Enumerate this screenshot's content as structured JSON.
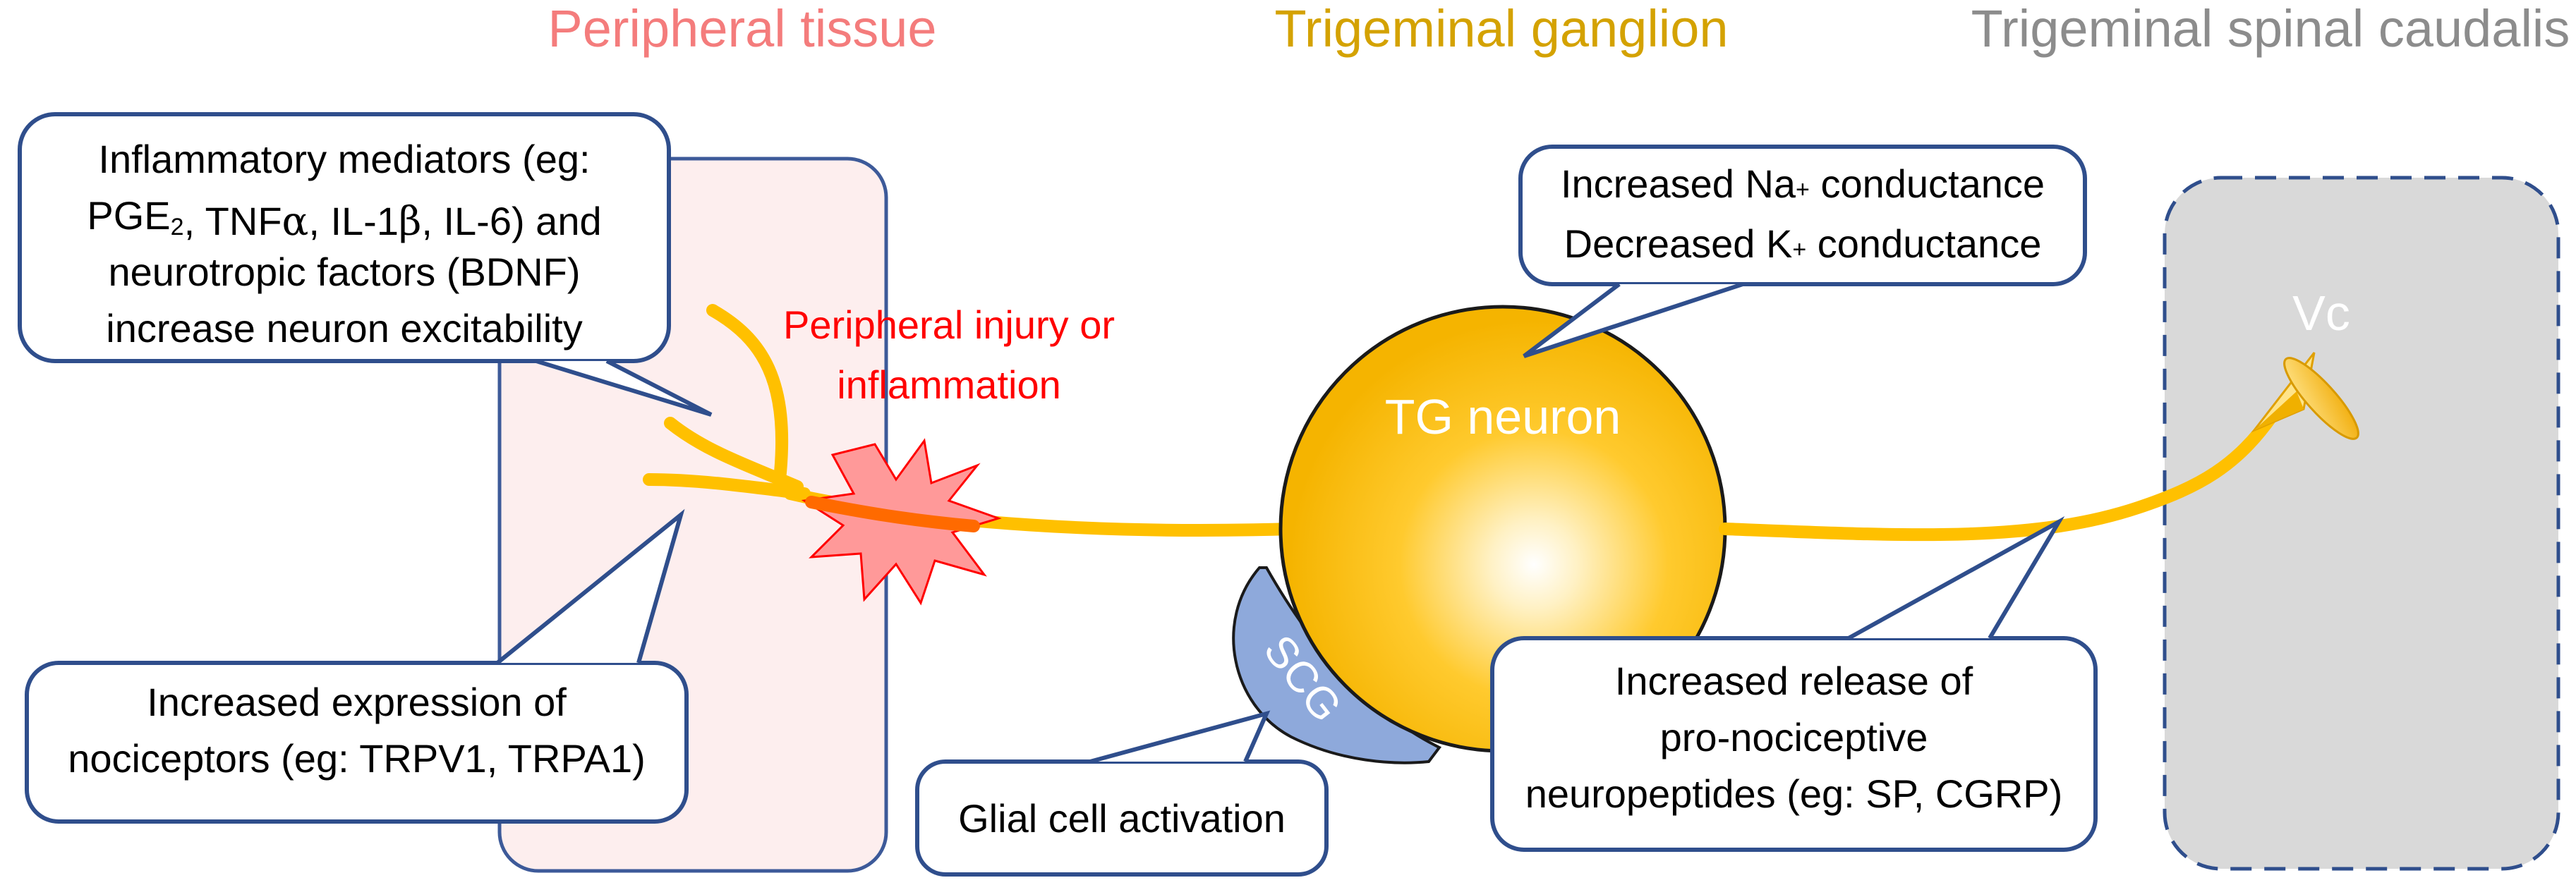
{
  "headers": {
    "peripheral": "Peripheral tissue",
    "ganglion": "Trigeminal ganglion",
    "caudalis": "Trigeminal spinal caudalis"
  },
  "injury_label": [
    "Peripheral injury or",
    "inflammation"
  ],
  "tg_neuron_label": "TG neuron",
  "vc_label": "Vc",
  "scg_label": "SCG",
  "callouts": {
    "mediators": {
      "lines": [
        [
          {
            "t": "Inflammatory mediators (eg:"
          }
        ],
        [
          {
            "t": "PGE"
          },
          {
            "t": "2",
            "sub": true
          },
          {
            "t": ", TNF"
          },
          {
            "t": "α",
            "greek": true
          },
          {
            "t": ", IL-1"
          },
          {
            "t": "β",
            "greek": true
          },
          {
            "t": ", IL-6) and"
          }
        ],
        [
          {
            "t": "neurotropic factors (BDNF)"
          }
        ],
        [
          {
            "t": "increase neuron excitability"
          }
        ]
      ]
    },
    "nociceptors": {
      "lines": [
        [
          {
            "t": "Increased expression of"
          }
        ],
        [
          {
            "t": "nociceptors (eg: TRPV1, TRPA1)"
          }
        ]
      ]
    },
    "conductance": {
      "lines": [
        [
          {
            "t": "Increased Na"
          },
          {
            "t": "+",
            "sup": true
          },
          {
            "t": " conductance"
          }
        ],
        [
          {
            "t": "Decreased K"
          },
          {
            "t": "+",
            "sup": true
          },
          {
            "t": " conductance"
          }
        ]
      ]
    },
    "glial": {
      "lines": [
        [
          {
            "t": "Glial cell activation"
          }
        ]
      ]
    },
    "neuropeptides": {
      "lines": [
        [
          {
            "t": "Increased release of"
          }
        ],
        [
          {
            "t": "pro-nociceptive"
          }
        ],
        [
          {
            "t": "neuropeptides (eg: SP, CGRP)"
          }
        ]
      ]
    }
  },
  "colors": {
    "peripheral_header": "#f47c7c",
    "ganglion_header": "#d4a200",
    "caudalis_header": "#8c8c8c",
    "injury_text": "#ff0000",
    "nerve": "#ffc000",
    "nerve_injured": "#ff6a00",
    "callout_border": "#2f4e8c",
    "tissue_fill": "#fdeeee",
    "tissue_border": "#3d5a99",
    "vc_fill": "#d9d9d9",
    "scg_fill": "#8ea9db",
    "star_fill": "#ff9999",
    "star_stroke": "#ff0000"
  }
}
